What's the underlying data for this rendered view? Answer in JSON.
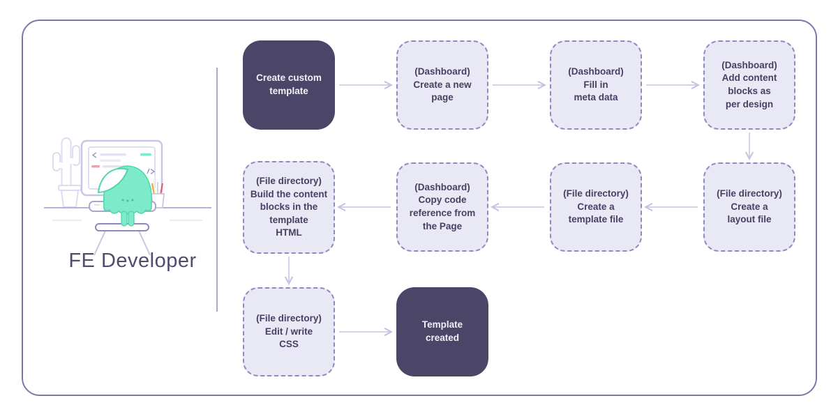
{
  "persona": {
    "label": "FE Developer"
  },
  "flow": {
    "nodes": [
      {
        "id": "create-custom-template",
        "label": "Create custom\ntemplate",
        "variant": "solid"
      },
      {
        "id": "create-new-page",
        "label": "(Dashboard)\nCreate a new\npage",
        "variant": "dashed"
      },
      {
        "id": "fill-in-meta-data",
        "label": "(Dashboard)\nFill in\nmeta data",
        "variant": "dashed"
      },
      {
        "id": "add-content-blocks",
        "label": "(Dashboard)\nAdd content\nblocks as\nper design",
        "variant": "dashed"
      },
      {
        "id": "create-layout-file",
        "label": "(File directory)\nCreate a\nlayout file",
        "variant": "dashed"
      },
      {
        "id": "create-template-file",
        "label": "(File directory)\nCreate a\ntemplate file",
        "variant": "dashed"
      },
      {
        "id": "copy-code-reference",
        "label": "(Dashboard)\nCopy code\nreference from\nthe Page",
        "variant": "dashed"
      },
      {
        "id": "build-content-blocks",
        "label": "(File directory)\nBuild the content\nblocks in the\ntemplate\nHTML",
        "variant": "dashed"
      },
      {
        "id": "edit-write-css",
        "label": "(File directory)\nEdit / write\nCSS",
        "variant": "dashed"
      },
      {
        "id": "template-created",
        "label": "Template\ncreated",
        "variant": "solid"
      }
    ]
  },
  "colors": {
    "frame_border": "#7d77a9",
    "node_solid_bg": "#4b4668",
    "node_solid_text": "#f1f0f8",
    "node_dashed_bg": "#e9e8f5",
    "node_dashed_border": "#8f89bd",
    "node_dashed_text": "#474063",
    "arrow": "#c5c2e2",
    "divider": "#aba7cd",
    "mascot_mint": "#7debc9",
    "mascot_outline": "#4fd6a9",
    "persona_text": "#514c6e",
    "code_green": "#7debc9",
    "code_pink": "#f19fae"
  }
}
